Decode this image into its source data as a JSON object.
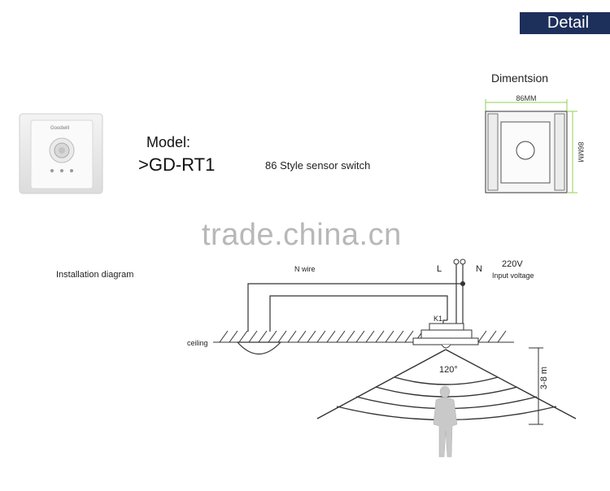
{
  "header": {
    "detail_label": "Detail"
  },
  "dimension": {
    "title": "Dimentsion",
    "width_label": "86MM",
    "height_label": "86MM",
    "line_color": "#8fd14f"
  },
  "product": {
    "model_label": "Model:",
    "model_value": ">GD-RT1",
    "description": "86 Style sensor switch",
    "brand_text": "Goodwill"
  },
  "watermark": "trade.china.cn",
  "diagram": {
    "title": "Installation diagram",
    "n_wire": "N wire",
    "l": "L",
    "n": "N",
    "voltage": "220V",
    "voltage_desc": "Input voltage",
    "k1": "K1",
    "ceiling": "ceiling",
    "angle": "120°",
    "height_range": "3-8 m"
  }
}
